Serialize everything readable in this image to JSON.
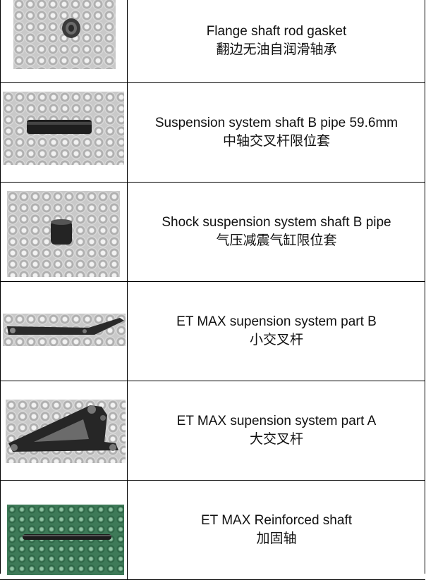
{
  "items": [
    {
      "name_en": "Flange shaft rod gasket",
      "name_zh": "翻边无油自润滑轴承",
      "part_icon": "round-gasket-icon"
    },
    {
      "name_en": "Suspension system shaft B pipe 59.6mm",
      "name_zh": "中轴交叉杆限位套",
      "part_icon": "black-pipe-icon"
    },
    {
      "name_en": "Shock suspension system shaft B pipe",
      "name_zh": "气压减震气缸限位套",
      "part_icon": "short-sleeve-icon"
    },
    {
      "name_en": "ET MAX supension system part B",
      "name_zh": "小交叉杆",
      "part_icon": "long-lever-icon"
    },
    {
      "name_en": "ET MAX supension system part A",
      "name_zh": "大交叉杆",
      "part_icon": "triangle-bracket-icon"
    },
    {
      "name_en": "ET MAX Reinforced shaft",
      "name_zh": "加固轴",
      "part_icon": "rod-shaft-icon"
    }
  ]
}
